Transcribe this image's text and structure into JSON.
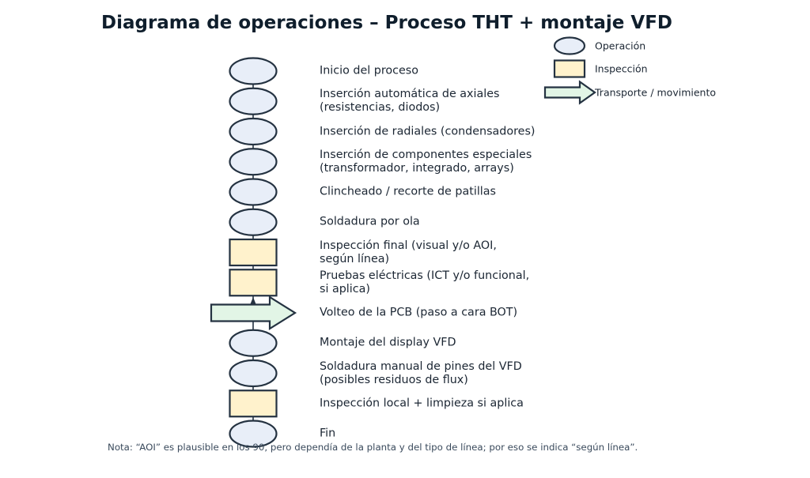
{
  "title": "Diagrama de operaciones – Proceso THT + montaje VFD",
  "legend": [
    {
      "symbol": "operation",
      "label": "Operación"
    },
    {
      "symbol": "inspection",
      "label": "Inspección"
    },
    {
      "symbol": "transport",
      "label": "Transporte / movimiento"
    }
  ],
  "steps": [
    {
      "type": "operation",
      "lines": [
        "Inicio del proceso"
      ]
    },
    {
      "type": "operation",
      "lines": [
        "Inserción automática de axiales",
        "(resistencias, diodos)"
      ]
    },
    {
      "type": "operation",
      "lines": [
        "Inserción de radiales (condensadores)"
      ]
    },
    {
      "type": "operation",
      "lines": [
        "Inserción de componentes especiales",
        "(transformador, integrado, arrays)"
      ]
    },
    {
      "type": "operation",
      "lines": [
        "Clincheado / recorte de patillas"
      ]
    },
    {
      "type": "operation",
      "lines": [
        "Soldadura por ola"
      ]
    },
    {
      "type": "inspection",
      "lines": [
        "Inspección final (visual y/o AOI,",
        "según línea)"
      ]
    },
    {
      "type": "inspection",
      "lines": [
        "Pruebas eléctricas (ICT y/o funcional,",
        "si aplica)"
      ]
    },
    {
      "type": "transport",
      "lines": [
        "Volteo de la PCB (paso a cara BOT)"
      ]
    },
    {
      "type": "operation",
      "lines": [
        "Montaje del display VFD"
      ]
    },
    {
      "type": "operation",
      "lines": [
        "Soldadura manual de pines del VFD",
        "(posibles residuos de flux)"
      ]
    },
    {
      "type": "inspection",
      "lines": [
        "Inspección local + limpieza si aplica"
      ]
    },
    {
      "type": "operation",
      "lines": [
        "Fin"
      ]
    }
  ],
  "note": "Nota: “AOI” es plausible en los 90, pero dependía de la planta y del tipo de línea; por eso se indica “según línea”.",
  "colors": {
    "operation_fill": "#e8eef8",
    "inspection_fill": "#fff2cc",
    "transport_fill": "#e2f5e6",
    "stroke": "#243241"
  }
}
